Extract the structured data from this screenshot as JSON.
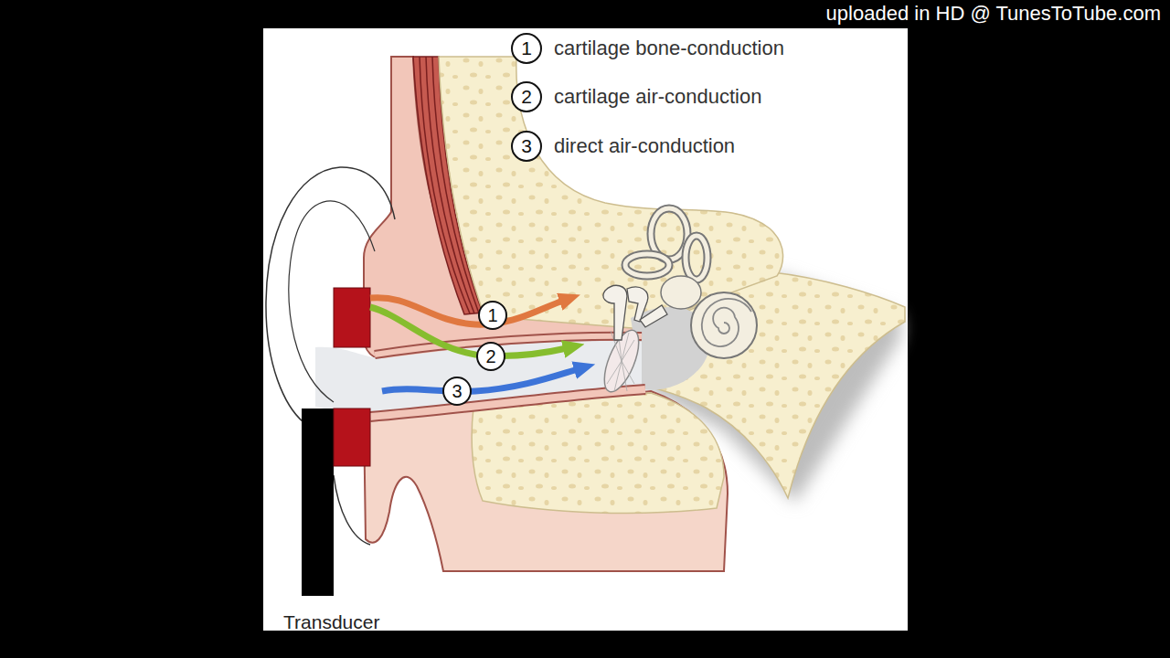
{
  "diagram": {
    "labels": [
      "uploaded in HD @ TunesToTube.com",
      "1",
      "2",
      "3",
      "1",
      "2",
      "3",
      "Transducer"
    ],
    "legend": [
      {
        "text": "cartilage bone-conduction"
      },
      {
        "text": "cartilage air-conduction"
      },
      {
        "text": "direct air-conduction"
      }
    ]
  }
}
